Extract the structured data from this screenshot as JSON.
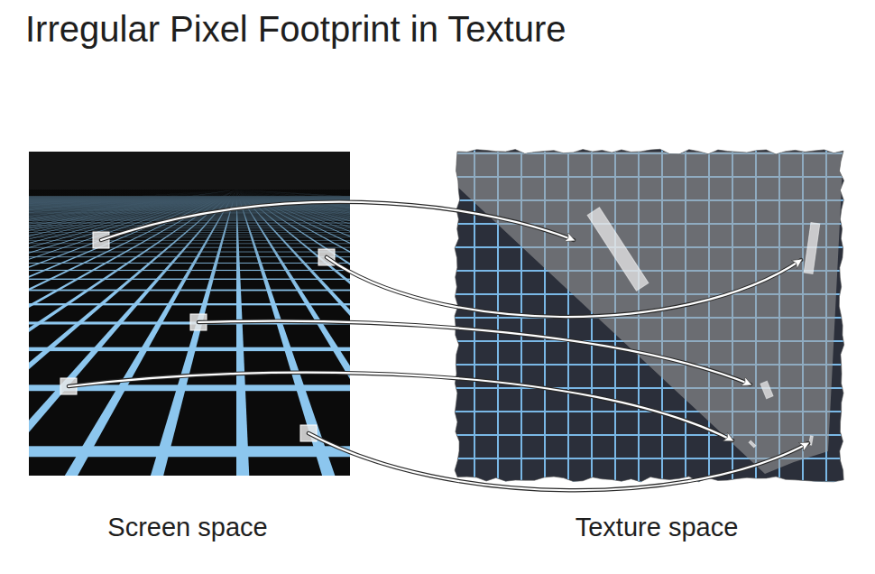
{
  "diagram": {
    "title": "Irregular Pixel Footprint in Texture",
    "labels": [
      "Screen space",
      "Texture space"
    ]
  }
}
